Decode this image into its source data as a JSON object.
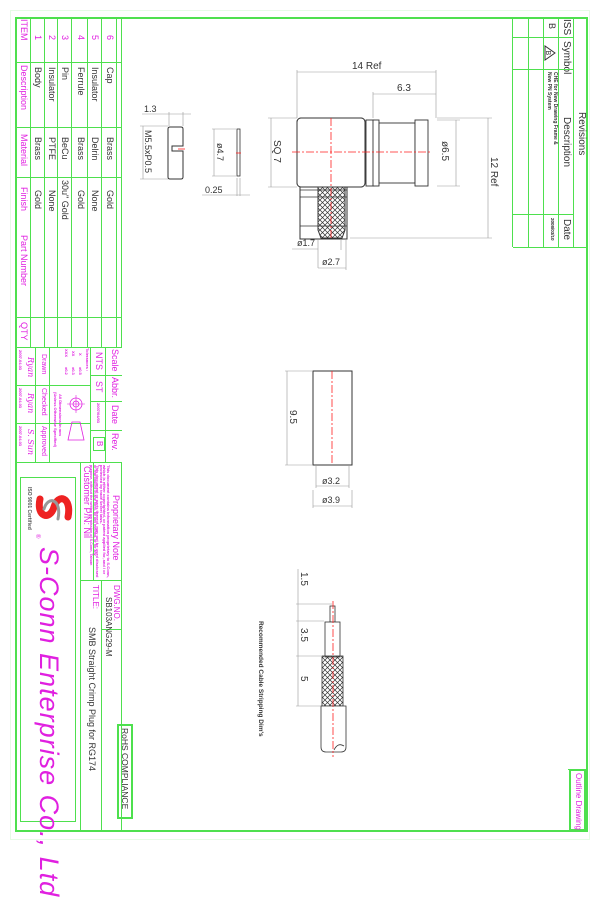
{
  "revisions": {
    "title": "Revisions",
    "headers": {
      "iss": "ISS",
      "symbol": "Symbol",
      "description": "Description",
      "date": "Date"
    },
    "rows": [
      {
        "iss": "B",
        "symbol": "B",
        "description_line1": "CHE for New Drawing Frame &",
        "description_line2": "New PN System",
        "date": "2008/03/10"
      }
    ]
  },
  "sheet_label": "Outline Drawing",
  "rohs": "RoHS COMPLIANCE",
  "title_block": {
    "dwg_no_label": "DWG.NO.",
    "dwg_no": "SB103ANG29-M",
    "title_label": "TITLE:",
    "title": "SMB Straight Crimp Plug for RG174",
    "company": "S-Conn Enterprise Co., Ltd",
    "iso": "ISO 9001 Certified",
    "customer_pn": "Customer P/N: Nil",
    "proprietary_title": "Proprietary Note",
    "proprietary_text": [
      "This document contains information proprietary to S-Conn,",
      "which is either copyrighted, or patent applied for, and / or",
      "protected by trade secret laws.",
      "This document or parts thereof, may not be used disclosed",
      "or reproduced in any form, by any method, or for any",
      "purpose, without the written permission of S-Conn, Taiwan"
    ],
    "scale_label": "Scale",
    "scale": "NTS",
    "abbr_label": "Abbr.",
    "abbr": "ST",
    "date_label": "Date",
    "date": "2007/04/03",
    "rev_label": "Rev.",
    "rev": "B",
    "tolerances_label": "Tolerances :",
    "tolerances": [
      {
        "k": "X",
        "v": "±0.5"
      },
      {
        "k": "XX",
        "v": "±0.3"
      },
      {
        "k": "XXX",
        "v": "±0.2"
      }
    ],
    "units_note_1": "All Dimensions in mm",
    "units_note_2": "(Unless Otherwise Specified)",
    "drawn_label": "Drawn",
    "drawn_sig": "Ryan",
    "drawn_date": "2007.04.03",
    "checked_label": "Checked",
    "checked_sig": "Ryan",
    "checked_date": "2007.04.03",
    "approved_label": "Approved",
    "approved_sig": "S. Sun",
    "approved_date": "2007.04.03"
  },
  "bom": {
    "headers": {
      "item": "ITEM",
      "description": "Description",
      "material": "Material",
      "finish": "Finish",
      "part_number": "Part Number",
      "qty": "QTY"
    },
    "rows": [
      {
        "item": "1",
        "description": "Body",
        "material": "Brass",
        "finish": "Gold",
        "part_number": "",
        "qty": ""
      },
      {
        "item": "2",
        "description": "Insulator",
        "material": "PTFE",
        "finish": "None",
        "part_number": "",
        "qty": ""
      },
      {
        "item": "3",
        "description": "Pin",
        "material": "BeCu",
        "finish": "30u\" Gold",
        "part_number": "",
        "qty": ""
      },
      {
        "item": "4",
        "description": "Ferrule",
        "material": "Brass",
        "finish": "Gold",
        "part_number": "",
        "qty": ""
      },
      {
        "item": "5",
        "description": "Insulator",
        "material": "Delrin",
        "finish": "None",
        "part_number": "",
        "qty": ""
      },
      {
        "item": "6",
        "description": "Cap",
        "material": "Brass",
        "finish": "Gold",
        "part_number": "",
        "qty": ""
      }
    ]
  },
  "drawing": {
    "dims": {
      "overall_length": "14 Ref",
      "mating_length": "6.3",
      "height": "12 Ref",
      "mating_dia": "ø6.5",
      "body_sq": "SQ 7",
      "crimp_inner": "ø1.7",
      "crimp_outer": "ø2.7",
      "cap_width": "1.3",
      "cap_thread": "M5.5xP0.5",
      "washer_dia": "ø4.7",
      "washer_thk": "0.25",
      "ferrule_len": "9.5",
      "ferrule_id": "ø3.2",
      "ferrule_od": "ø3.9",
      "strip_pin": "1.5",
      "strip_diel": "3.5",
      "strip_braid": "5"
    },
    "strip_caption": "Recommended Cable Stripping Dim's"
  },
  "colors": {
    "frame": "#4ee04e",
    "label": "#e020e0",
    "centerline": "#ff2020",
    "logo_red": "#ee2222",
    "logo_gray": "#999999"
  }
}
